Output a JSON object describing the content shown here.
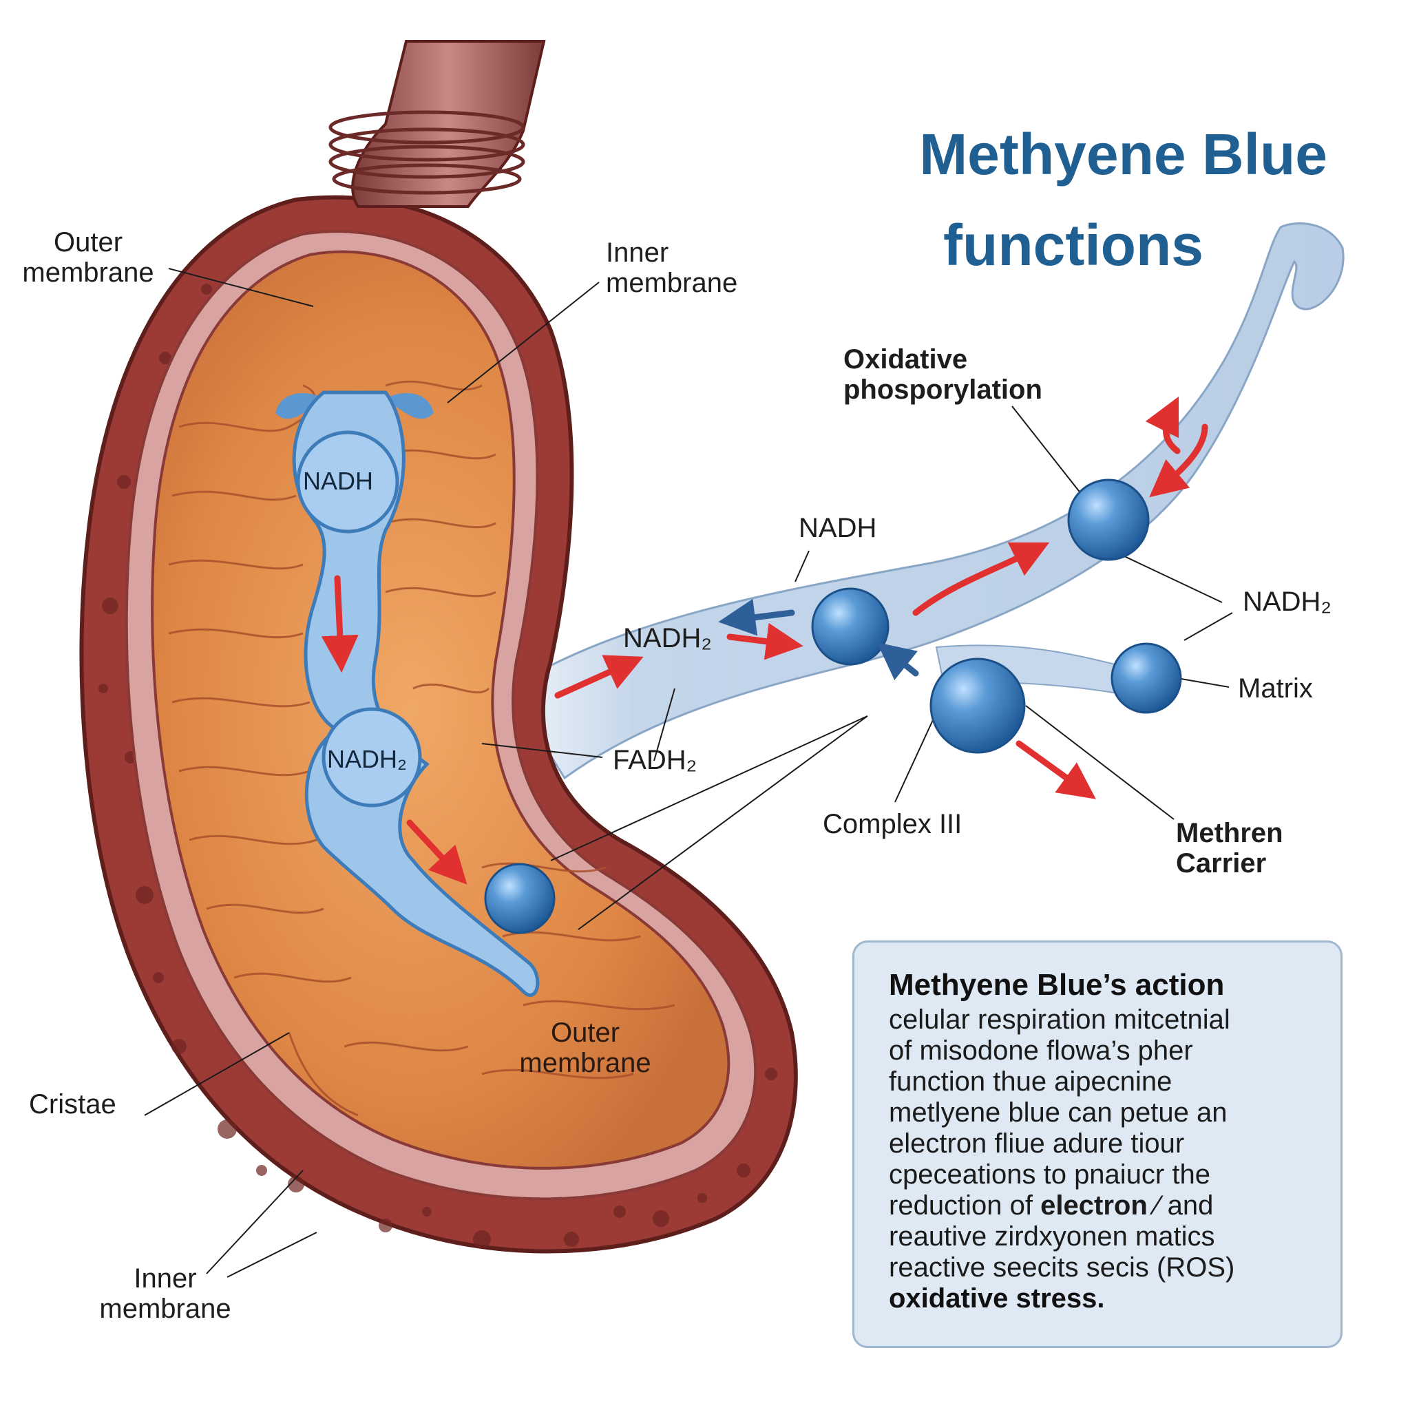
{
  "title": {
    "line1": "Methyene Blue",
    "line2": "functions"
  },
  "labels": {
    "outer_membrane_top": "Outer membrane",
    "inner_membrane_top": "Inner membrane",
    "oxidative_phosphorylation": "Oxidative phosporylation",
    "nadh_tube": "NADH",
    "nadh2_right": "NADH₂",
    "nadh2_tube": "NADH₂",
    "matrix": "Matrix",
    "fadh2": "FADH₂",
    "complex_iii": "Complex III",
    "methren_carrier": "Methren Carrier",
    "outer_membrane_bottom": "Outer membrane",
    "cristae": "Cristae",
    "inner_membrane_bottom": "Inner membrane",
    "channel_nadh": "NADH",
    "channel_nadh2": "NADH₂"
  },
  "panel": {
    "heading": "Methyene Blue’s action",
    "lines": [
      "celular respiration mitcetnial",
      "of misodone flowa’s pher",
      "function thue aipecnine",
      "metlyene blue can petue an",
      "electron fliue adure tiour",
      "cpeceations to pnaiucr the"
    ],
    "line7_pre": "reduction of ",
    "line7_bold": "electron",
    "line7_post": " ⁄ and",
    "line8": "reautive zirdxyonen matics",
    "line9": "reactive seecits secis (ROS)",
    "last": "oxidative stress."
  },
  "colors": {
    "title": "#1f5f91",
    "outer_tissue": "#9c3b36",
    "matrix": "#dd8a4a",
    "sphere": "#3d82c4",
    "tube": "#c9d9ec",
    "arrow_red": "#e03030",
    "arrow_blue": "#2e5f99"
  }
}
